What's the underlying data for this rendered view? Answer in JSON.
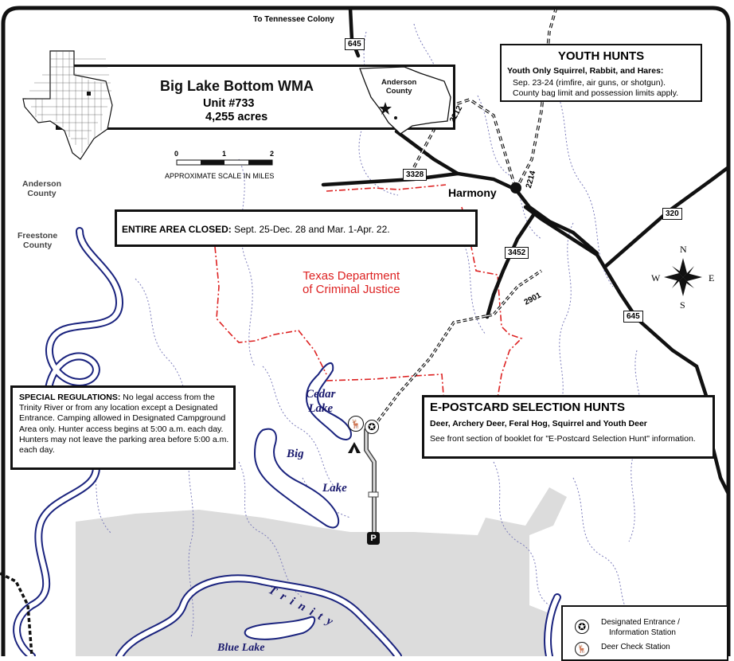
{
  "title": {
    "name": "Big Lake Bottom WMA",
    "unit": "Unit #733",
    "acres": "4,255 acres"
  },
  "scale": {
    "ticks": [
      "0",
      "1",
      "2"
    ],
    "label": "APPROXIMATE SCALE IN MILES"
  },
  "inset": {
    "county_label_1": "Anderson",
    "county_label_2": "County"
  },
  "youth_hunts": {
    "heading": "YOUTH HUNTS",
    "subheading": "Youth Only Squirrel, Rabbit, and Hares:",
    "line1": "Sep. 23-24 (rimfire, air guns, or shotgun).",
    "line2": "County bag limit and possession limits apply."
  },
  "closure": {
    "label": "ENTIRE AREA CLOSED:",
    "dates": " Sept. 25-Dec. 28 and Mar. 1-Apr. 22."
  },
  "special_regulations": {
    "label": "SPECIAL REGULATIONS:",
    "text": " No legal access from the Trinity River or from any location except a Designated Entrance. Camping allowed in Designated Campground Area only. Hunter access begins at 5:00 a.m. each day. Hunters may not leave the parking area before 5:00 a.m. each day."
  },
  "epostcard": {
    "heading": "E-POSTCARD SELECTION HUNTS",
    "subheading": "Deer, Archery Deer, Feral Hog, Squirrel and Youth Deer",
    "info": "See front section of booklet for \"E-Postcard Selection Hunt\" information."
  },
  "places": {
    "tennessee_colony": "To Tennessee Colony",
    "harmony": "Harmony",
    "tdcj_1": "Texas Department",
    "tdcj_2": "of Criminal Justice",
    "anderson_1": "Anderson",
    "anderson_2": "County",
    "freestone_1": "Freestone",
    "freestone_2": "County"
  },
  "water": {
    "cedar_1": "Cedar",
    "cedar_2": "Lake",
    "big": "Big",
    "lake": "Lake",
    "trinity": "T r i n i t y",
    "blue_lake": "Blue Lake"
  },
  "roads": {
    "r645_top": "645",
    "r2212": "2212",
    "r3328": "3328",
    "r2214": "2214",
    "r320": "320",
    "r3452": "3452",
    "r2901": "2901",
    "r645_right": "645"
  },
  "compass": {
    "n": "N",
    "s": "S",
    "e": "E",
    "w": "W"
  },
  "legend": {
    "entrance_1": "Designated Entrance /",
    "entrance_2": "Information Station",
    "deer_check": "Deer Check Station"
  },
  "map_icons": {
    "parking": "P",
    "entrance": "star-icon",
    "deer_check": "deer-icon",
    "campground": "tent-icon"
  },
  "colors": {
    "tdcj_boundary": "#dd2222",
    "river": "#1a237e",
    "trail": "#6a6ab0",
    "shaded_area": "#dcdcdc"
  }
}
